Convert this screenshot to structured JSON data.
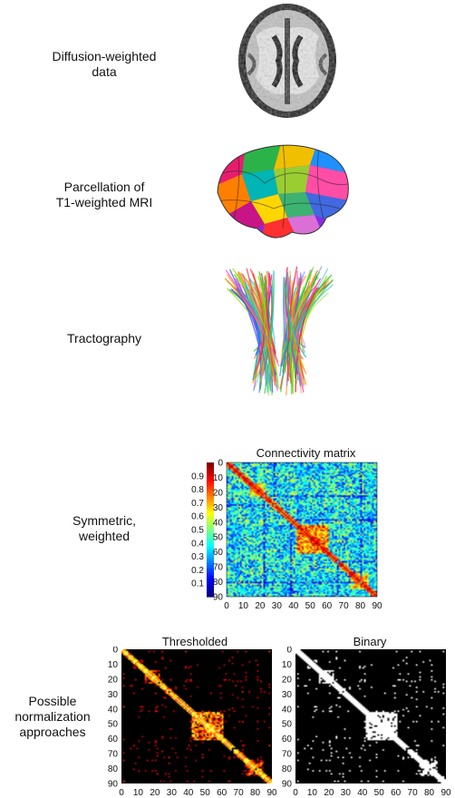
{
  "steps": {
    "diffusion": {
      "lines": [
        "Diffusion-weighted",
        "data"
      ]
    },
    "parcellation": {
      "lines": [
        "Parcellation of",
        "T1-weighted MRI"
      ]
    },
    "tractography": {
      "lines": [
        "Tractography"
      ]
    },
    "symmetric": {
      "lines": [
        "Symmetric,",
        "weighted"
      ]
    },
    "normalization": {
      "lines": [
        "Possible",
        "normalization",
        "approaches"
      ]
    }
  },
  "chart_data": [
    {
      "type": "heatmap",
      "title": "Connectivity matrix",
      "x_ticks": [
        0,
        10,
        20,
        30,
        40,
        50,
        60,
        70,
        80,
        90
      ],
      "y_ticks": [
        0,
        10,
        20,
        30,
        40,
        50,
        60,
        70,
        80,
        90
      ],
      "colorbar_ticks": [
        0.9,
        0.8,
        0.7,
        0.6,
        0.5,
        0.4,
        0.3,
        0.2,
        0.1
      ],
      "colormap": "jet"
    },
    {
      "type": "heatmap",
      "title": "Thresholded",
      "x_ticks": [
        0,
        10,
        20,
        30,
        40,
        50,
        60,
        70,
        80,
        90
      ],
      "y_ticks": [
        0,
        10,
        20,
        30,
        40,
        50,
        60,
        70,
        80,
        90
      ],
      "colormap": "hot"
    },
    {
      "type": "heatmap",
      "title": "Binary",
      "x_ticks": [
        0,
        10,
        20,
        30,
        40,
        50,
        60,
        70,
        80,
        90
      ],
      "y_ticks": [
        0,
        10,
        20,
        30,
        40,
        50,
        60,
        70,
        80,
        90
      ],
      "colormap": "binary"
    }
  ]
}
